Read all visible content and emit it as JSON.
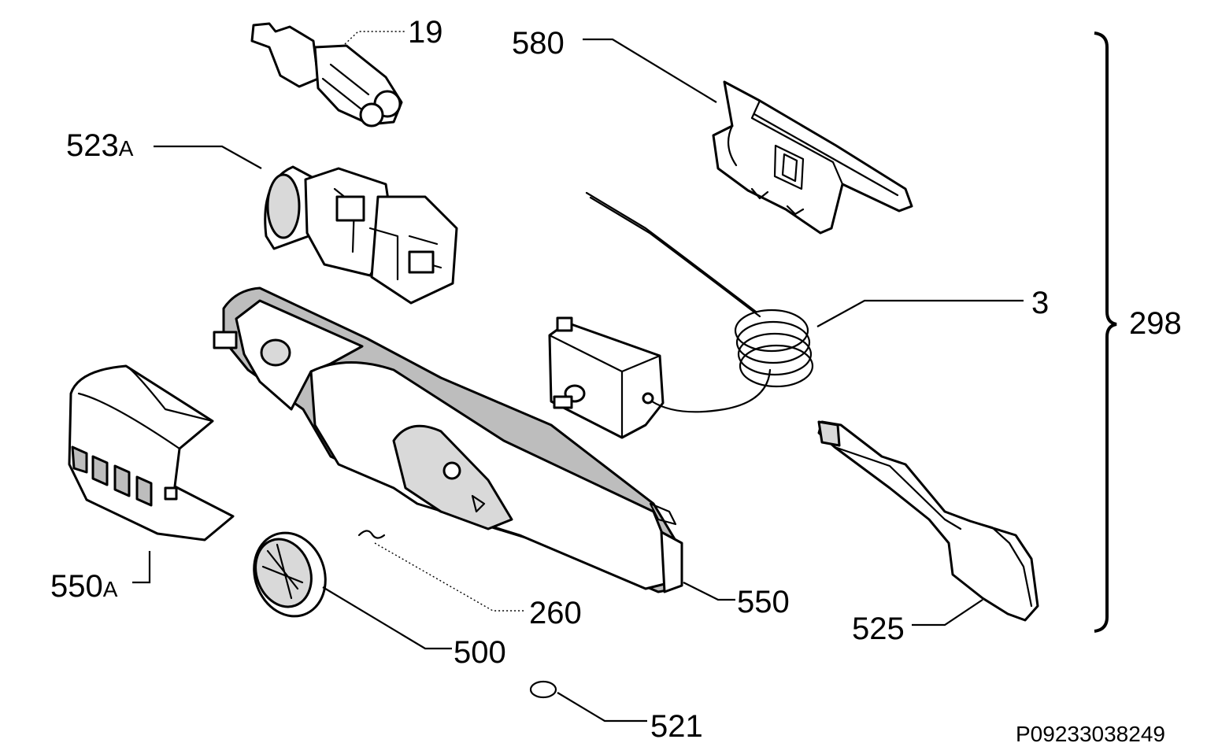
{
  "callouts": [
    {
      "id": "19",
      "text": "19"
    },
    {
      "id": "580",
      "text": "580"
    },
    {
      "id": "523A",
      "num": "523",
      "suffix": "A"
    },
    {
      "id": "3",
      "text": "3"
    },
    {
      "id": "298",
      "text": "298"
    },
    {
      "id": "550A",
      "num": "550",
      "suffix": "A"
    },
    {
      "id": "550",
      "text": "550"
    },
    {
      "id": "260",
      "text": "260"
    },
    {
      "id": "500",
      "text": "500"
    },
    {
      "id": "525",
      "text": "525"
    },
    {
      "id": "521",
      "text": "521"
    }
  ],
  "drawing_code": "P09233038249"
}
